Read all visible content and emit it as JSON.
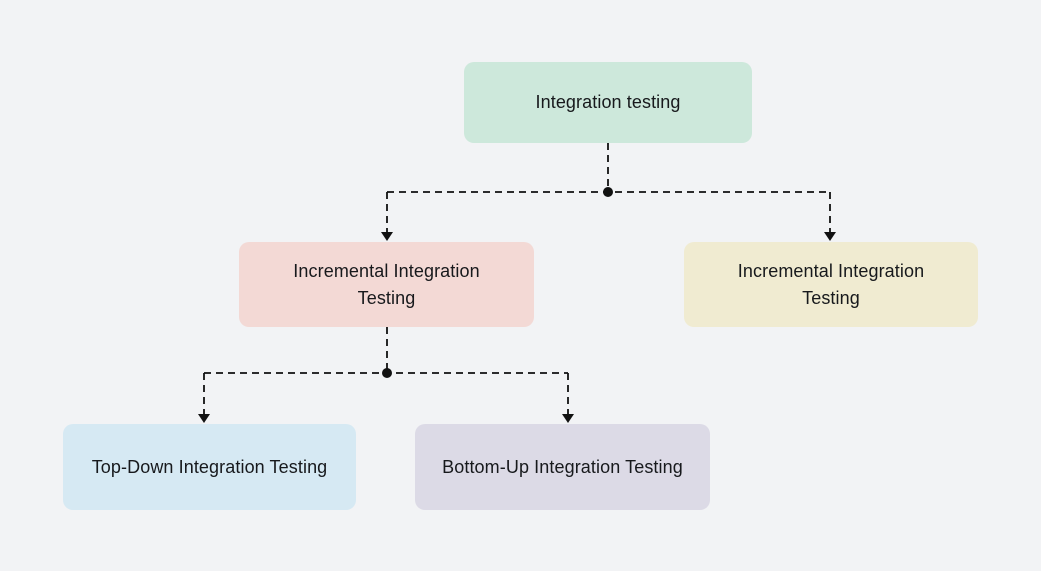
{
  "background_color": "#f2f3f5",
  "connector_color": "#111111",
  "diagram": {
    "title_node": "Integration testing",
    "nodes": [
      {
        "id": "integration-testing",
        "label": "Integration testing",
        "color": "#cde8db",
        "level": 1
      },
      {
        "id": "incremental-integration-left",
        "label": "Incremental Integration Testing",
        "color": "#f3d9d5",
        "level": 2
      },
      {
        "id": "incremental-integration-right",
        "label": "Incremental Integration Testing",
        "color": "#f0ebd1",
        "level": 2
      },
      {
        "id": "top-down-integration",
        "label": "Top-Down Integration Testing",
        "color": "#d6e9f3",
        "level": 3
      },
      {
        "id": "bottom-up-integration",
        "label": "Bottom-Up Integration Testing",
        "color": "#dcdae6",
        "level": 3
      }
    ],
    "edges": [
      {
        "from": "integration-testing",
        "to": "incremental-integration-left",
        "style": "dashed-arrow"
      },
      {
        "from": "integration-testing",
        "to": "incremental-integration-right",
        "style": "dashed-arrow"
      },
      {
        "from": "incremental-integration-left",
        "to": "top-down-integration",
        "style": "dashed-arrow"
      },
      {
        "from": "incremental-integration-left",
        "to": "bottom-up-integration",
        "style": "dashed-arrow"
      }
    ]
  }
}
